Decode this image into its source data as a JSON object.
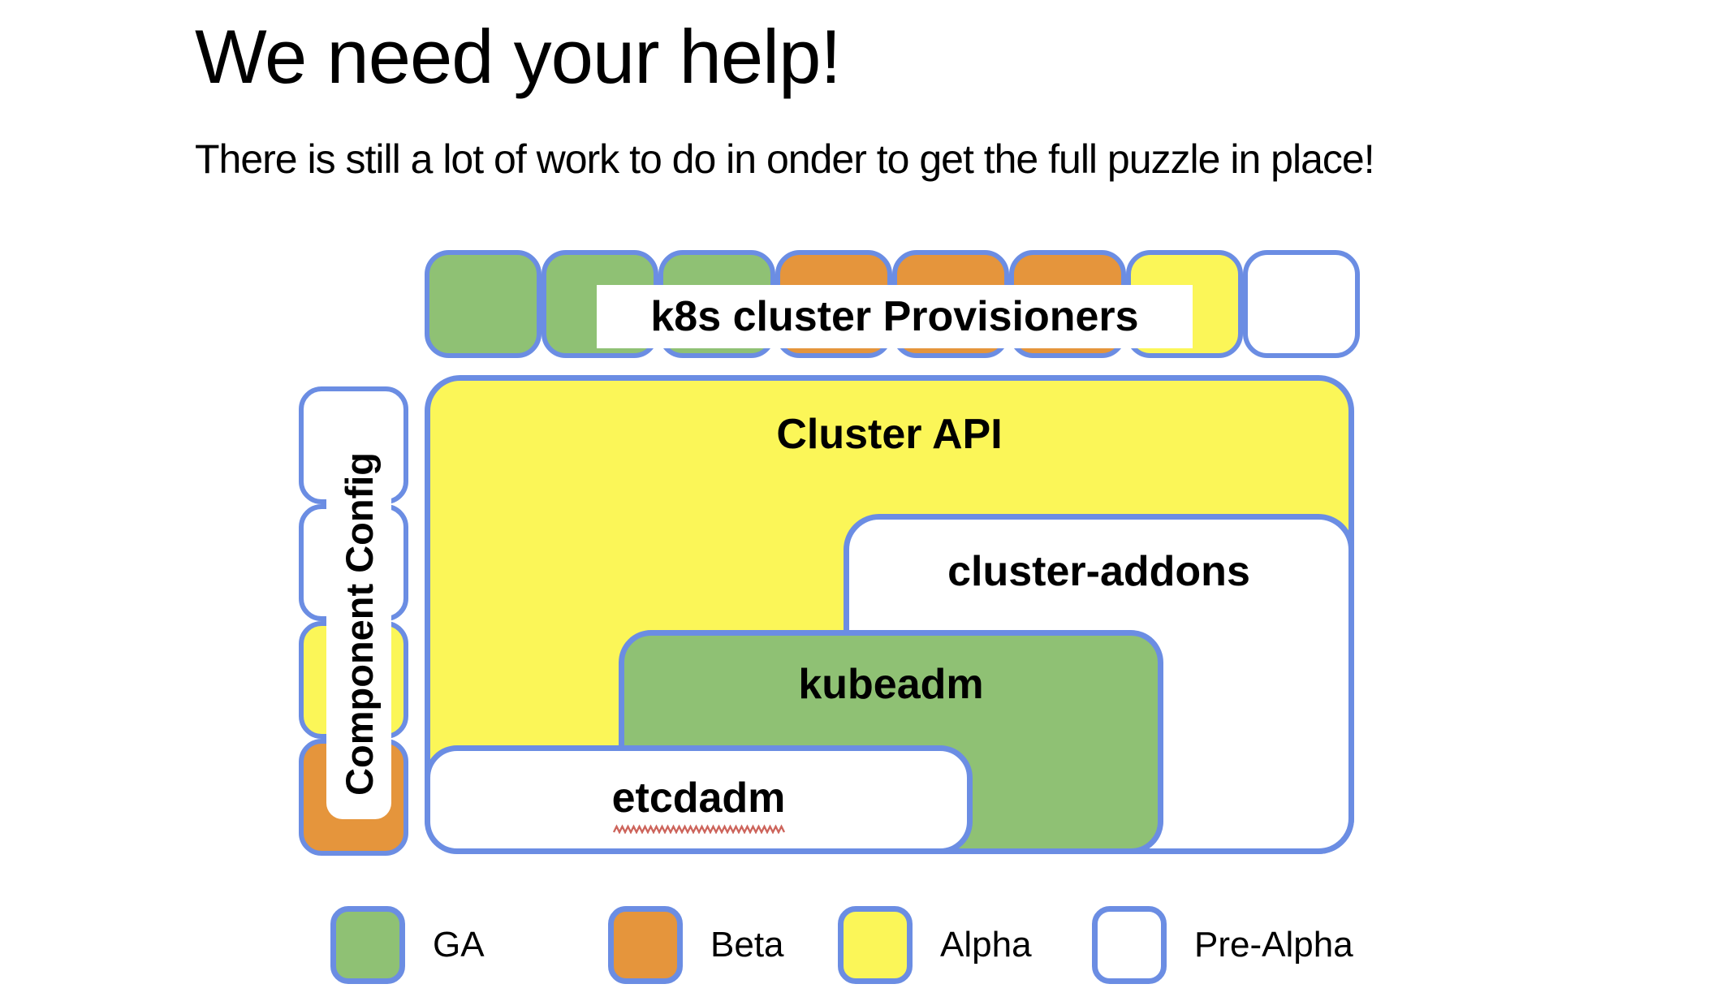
{
  "slide": {
    "title": "We need your help!",
    "subtitle": "There is still a lot of work to do in onder to get the full puzzle in place!"
  },
  "colors": {
    "border_blue": "#6b8de3",
    "green": "#8fc174",
    "orange": "#e5953c",
    "yellow": "#fbf658",
    "white": "#ffffff",
    "squiggle_red": "#cd655c"
  },
  "puzzle": {
    "provisioners_row": {
      "label": "k8s cluster Provisioners",
      "pieces": [
        "green",
        "green",
        "green",
        "orange",
        "orange",
        "orange",
        "yellow",
        "white"
      ]
    },
    "component_config": {
      "label": "Component Config",
      "pieces": [
        "white",
        "white",
        "yellow",
        "orange"
      ]
    },
    "boxes": {
      "cluster_api": {
        "label": "Cluster API",
        "status": "yellow"
      },
      "cluster_addons": {
        "label": "cluster-addons",
        "status": "white"
      },
      "kubeadm": {
        "label": "kubeadm",
        "status": "green"
      },
      "etcdadm": {
        "label": "etcdadm",
        "status": "white",
        "spellcheck_underline": true
      }
    }
  },
  "legend": {
    "items": [
      {
        "label": "GA",
        "color": "green"
      },
      {
        "label": "Beta",
        "color": "orange"
      },
      {
        "label": "Alpha",
        "color": "yellow"
      },
      {
        "label": "Pre-Alpha",
        "color": "white"
      }
    ]
  }
}
